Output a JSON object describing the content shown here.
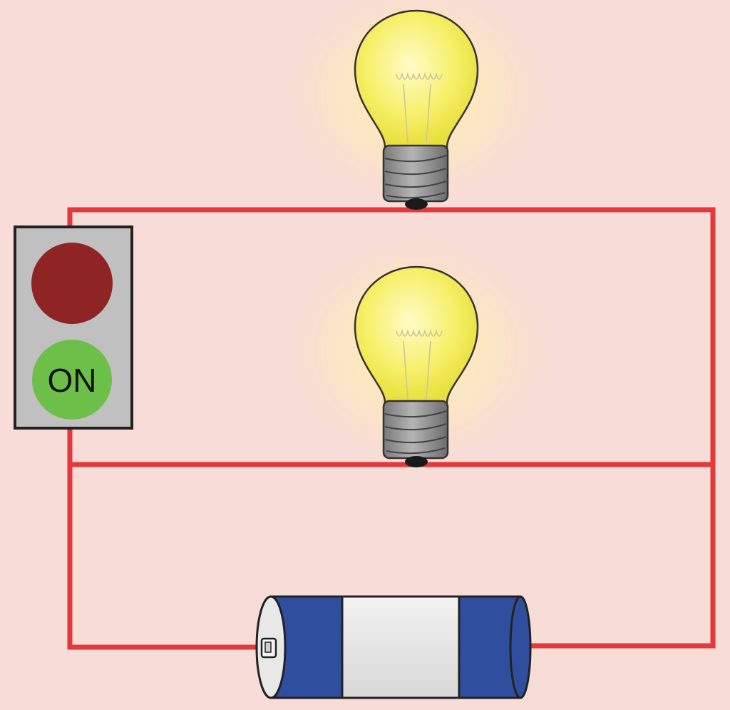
{
  "switch": {
    "label": "ON",
    "state_text": "ON",
    "off_button_color": "#8e2424",
    "on_button_color": "#6cc04a",
    "housing_color": "#c0c0c0"
  },
  "bulbs": [
    {
      "state": "lit",
      "glass_color": "#f4f06a",
      "base_color": "#9a9a9a"
    },
    {
      "state": "lit",
      "glass_color": "#f4f06a",
      "base_color": "#9a9a9a"
    }
  ],
  "battery": {
    "body_color": "#e4e4e4",
    "band_color": "#2f4f9e"
  },
  "colors": {
    "background": "#f8dcd7",
    "wire": "#e2393a",
    "glow": "#fff3a0"
  }
}
